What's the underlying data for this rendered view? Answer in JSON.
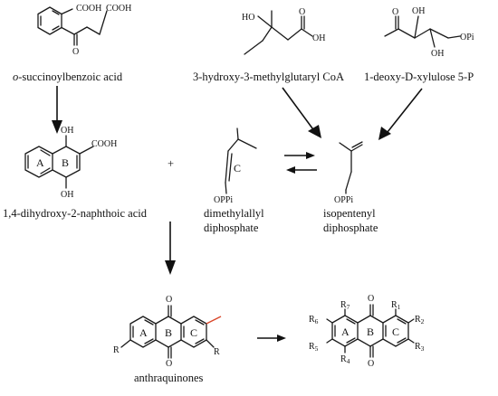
{
  "compounds": {
    "osb": {
      "name_prefix": "o",
      "name_rest": "-succinoylbenzoic acid",
      "groups": {
        "cooh_left": "COOH",
        "cooh_right": "COOH",
        "o": "O"
      }
    },
    "hmg": {
      "name": "3-hydroxy-3-methylglutaryl CoA",
      "groups": {
        "ho": "HO",
        "o": "O",
        "oh": "OH"
      }
    },
    "dxp": {
      "name": "1-deoxy-D-xylulose 5-P",
      "groups": {
        "o": "O",
        "oh_top": "OH",
        "oh_mid": "OH",
        "opi": "OPi"
      }
    },
    "dhna": {
      "name": "1,4-dihydroxy-2-naphthoic acid",
      "groups": {
        "oh_top": "OH",
        "oh_bottom": "OH",
        "cooh": "COOH"
      },
      "rings": {
        "a": "A",
        "b": "B"
      }
    },
    "plus": "+",
    "dmapp": {
      "name_line1": "dimethylallyl",
      "name_line2": "diphosphate",
      "groups": {
        "opp": "OPPi"
      },
      "rings": {
        "c": "C"
      }
    },
    "ipp": {
      "name_line1": "isopentenyl",
      "name_line2": "diphosphate",
      "groups": {
        "opp": "OPPi"
      }
    },
    "anthraquinones": {
      "name": "anthraquinones",
      "groups": {
        "o_top": "O",
        "o_bottom": "O",
        "r_left": "R",
        "r_right": "R"
      },
      "rings": {
        "a": "A",
        "b": "B",
        "c": "C"
      }
    },
    "general": {
      "groups": {
        "o_top": "O",
        "o_bottom": "O"
      },
      "rings": {
        "a": "A",
        "b": "B",
        "c": "C"
      },
      "substituents": {
        "r1": {
          "letter": "R",
          "num": "1"
        },
        "r2": {
          "letter": "R",
          "num": "2"
        },
        "r3": {
          "letter": "R",
          "num": "3"
        },
        "r4": {
          "letter": "R",
          "num": "4"
        },
        "r5": {
          "letter": "R",
          "num": "5"
        },
        "r6": {
          "letter": "R",
          "num": "6"
        },
        "r7": {
          "letter": "R",
          "num": "7"
        }
      }
    }
  },
  "colors": {
    "highlight_bond": "#d9472b",
    "ink": "#111111"
  }
}
